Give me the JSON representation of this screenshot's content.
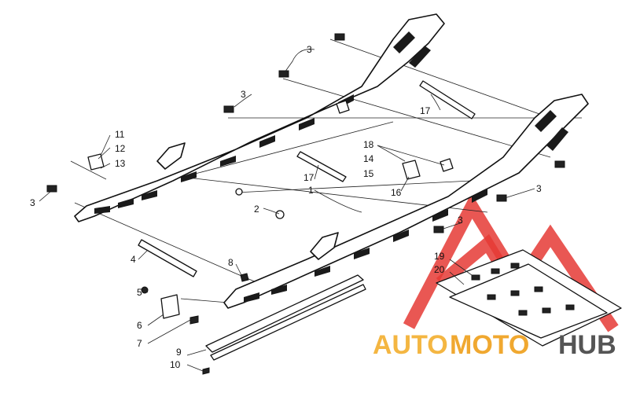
{
  "diagram": {
    "callouts": {
      "c1": "1",
      "c2": "2",
      "c3a": "3",
      "c3b": "3",
      "c3c": "3",
      "c3d": "3",
      "c3e": "3",
      "c4": "4",
      "c5": "5",
      "c6": "6",
      "c7": "7",
      "c8": "8",
      "c9": "9",
      "c10": "10",
      "c11": "11",
      "c12": "12",
      "c13": "13",
      "c14": "14",
      "c15": "15",
      "c16": "16",
      "c17a": "17",
      "c17b": "17",
      "c18": "18",
      "c19": "19",
      "c20": "20"
    }
  },
  "watermark": {
    "word_a": "AUTO",
    "word_b": "MOTO",
    "word_c": "HUB",
    "colors": {
      "triangle": "#e53935",
      "auto": "#f4b642",
      "moto": "#f0a830",
      "hub": "#555555"
    }
  }
}
